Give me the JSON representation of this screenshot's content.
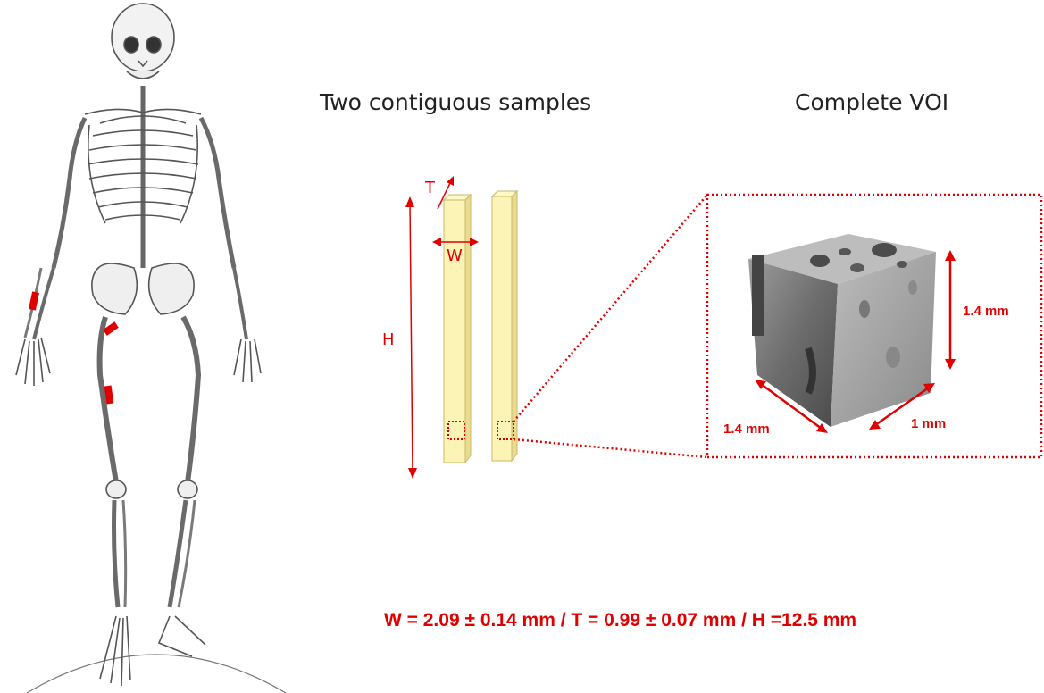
{
  "titles": {
    "samples": "Two contiguous samples",
    "voi": "Complete VOI"
  },
  "sample_labels": {
    "thickness": "T",
    "width": "W",
    "height": "H"
  },
  "voi_dimensions": {
    "height": "1.4 mm",
    "width": "1.4 mm",
    "depth": "1 mm"
  },
  "formula": "W = 2.09 ± 0.14 mm / T = 0.99 ±  0.07 mm / H =12.5 mm",
  "colors": {
    "accent": "#e00000",
    "sample_fill": "#fbf4b6",
    "sample_edge": "#d8c877",
    "bone": "#7a7a7a"
  }
}
